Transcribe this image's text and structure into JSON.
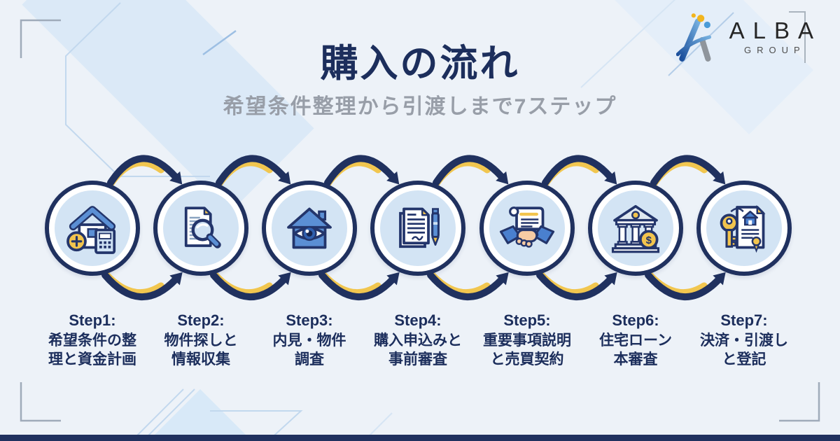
{
  "header": {
    "title": "購入の流れ",
    "subtitle": "希望条件整理から引渡しまで7ステップ"
  },
  "logo": {
    "name": "ALBA",
    "sub": "GROUP"
  },
  "steps": [
    {
      "title": "Step1:",
      "label": "希望条件の整\n理と資金計画",
      "icon": "house-calculator"
    },
    {
      "title": "Step2:",
      "label": "物件探しと\n情報収集",
      "icon": "document-search"
    },
    {
      "title": "Step3:",
      "label": "内見・物件\n調査",
      "icon": "house-eye"
    },
    {
      "title": "Step4:",
      "label": "購入申込みと\n事前審査",
      "icon": "contract-pen"
    },
    {
      "title": "Step5:",
      "label": "重要事項説明\nと売買契約",
      "icon": "handshake"
    },
    {
      "title": "Step6:",
      "label": "住宅ローン\n本審査",
      "icon": "bank-coin"
    },
    {
      "title": "Step7:",
      "label": "決済・引渡し\nと登記",
      "icon": "key-certificate"
    }
  ],
  "colors": {
    "navy": "#20315f",
    "yellow": "#f1c64f",
    "icon_blue": "#5b8fd4",
    "circle_fill": "#d3e4f4",
    "background": "#edf2f8",
    "title_navy": "#1c2e5c",
    "subtitle_gray": "#989ea8"
  }
}
